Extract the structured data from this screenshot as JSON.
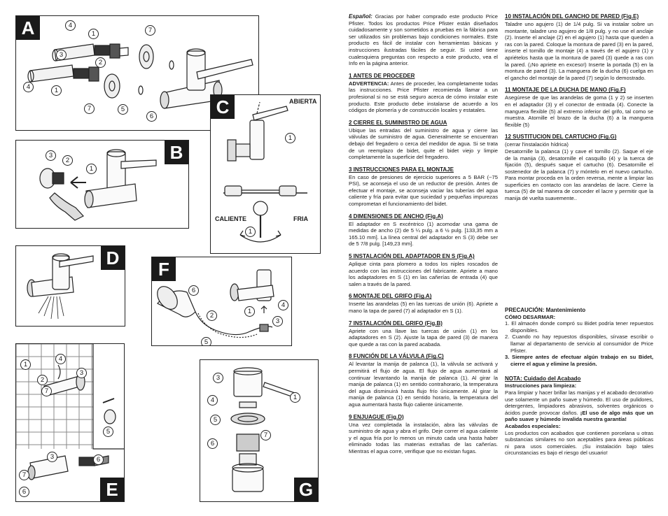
{
  "panels": {
    "A": {
      "letter": "A",
      "callouts": [
        "4",
        "1",
        "7",
        "3",
        "2",
        "4",
        "1",
        "7",
        "5",
        "6"
      ]
    },
    "B": {
      "letter": "B",
      "callouts": [
        "3",
        "2",
        "1"
      ]
    },
    "C": {
      "letter": "C",
      "labels": {
        "abierta": "ABIERTA",
        "caliente": "CALIENTE",
        "fria": "FRIA"
      },
      "callouts": [
        "1",
        "1"
      ]
    },
    "D": {
      "letter": "D"
    },
    "E": {
      "letter": "E",
      "callouts": [
        "1",
        "4",
        "2",
        "3",
        "7",
        "5",
        "3",
        "6",
        "7",
        "6"
      ]
    },
    "F": {
      "letter": "F",
      "callouts": [
        "6",
        "2",
        "4",
        "1",
        "3",
        "5"
      ]
    },
    "G": {
      "letter": "G",
      "callouts": [
        "3",
        "1",
        "4",
        "5",
        "7",
        "6"
      ]
    }
  },
  "column1": {
    "intro_lang": "Español:",
    "intro_text": " Gracias por haber comprado este producto Price Pfister. Todos los productos Price Pfister están diseñados cuidadosamente y son sometidos a pruebas en la fábrica para ser utilizados sin problemas bajo condiciones normales. Este producto es fácil de instalar con herramientas básicas y instrucciones ilustradas fáciles de seguir. Si usted tiene cualesquiera preguntas con respecto a este producto, vea el Info en la página anterior.",
    "sections": [
      {
        "title": "1  ANTES DE PROCEDER",
        "lead": "ADVERTENCIA:",
        "text": " Antes de proceder, lea completamente todas las instrucciones. Price Pfister recomienda llamar a un profesional si no se está seguro acerca de cómo instalar este producto. Este producto debe instalarse de acuerdo a los códigos de plomería y de construcción locales y estatales."
      },
      {
        "title": "2  CIERRE EL SUMINISTRO DE AGUA",
        "lead": "",
        "text": "Ubique las entradas del suministro de agua y cierre las válvulas de suministro de agua. Generalmente se encuentran debajo del fregadero o cerca del medidor de agua. Si se trata de un reemplazo de bidet, quite el bidet viejo y limpie completamente la superficie del fregadero."
      },
      {
        "title": "3  INSTRUCCIONES PARA EL MONTAJE",
        "lead": "",
        "text": "En caso de presiones de ejercicio superiores a 5 BAR (~75 PSI), se aconseja el uso de un reductor de presión. Antes de efectuar el montaje, se aconseja vaciar las tuberías del agua caliente y fría para evitar que suciedad y pequeñas impurezas comprometan el funcionamiento del bidet."
      },
      {
        "title": "4  DIMENSIONES DE ANCHO (Fig.A)",
        "lead": "",
        "text": "El adaptador en S excéntrico (1) acomodar una gama de medidas de ancho (2) de 5 ¼ pulg. a 6 ½ pulg. [133,35 mm a 165.10 mm]. La línea central del adaptador en S (3) debe ser de  5 7/8 pulg. [149,23 mm]."
      },
      {
        "title": "5  INSTALACIÓN DEL ADAPTADOR EN S (Fig.A)",
        "lead": "",
        "text": "Aplique cinta para plomero a todos los niples roscados de acuerdo con las instrucciones del fabricante. Apriete a mano los adaptadores en S (1) en las cañerías de entrada (4) que salen a través de la pared."
      },
      {
        "title": "6  MONTAJE DEL GRIFO (Fig.A)",
        "lead": "",
        "text": "Inserte las arandelas (5) en las tuercas de unión (6). Apriete a mano la tapa de pared (7) al adaptador en S (1)."
      },
      {
        "title": "7  INSTALACIÓN DEL GRIFO (Fig.B)",
        "lead": "",
        "text": "Apriete con una llave las tuercas de unión (1) en los adaptadores en S (2). Ajuste la tapa de pared (3) de manera que quede a ras con la pared acabada."
      },
      {
        "title": "8   FUNCIÓN DE LA VÁLVULA (Fig.C)",
        "lead": "",
        "text": "Al levantar la manija de palanca (1), la válvula se activará y permitirá el flujo de agua. El flujo de agua aumentará al continuar levantando la manija de palanca (1). Al girar la manija de palanca (1) en sentido contrahorario, la temperatura del agua disminuirá hasta flujo frío únicamente. Al girar la manija de palanca (1) en sentido horario, la temperatura del agua aumentará hasta flujo caliente únicamente."
      },
      {
        "title": "9  ENJUAGUE (Fig.D)",
        "lead": "",
        "text": "Una vez completada la instalación, abra las válvulas de suministro de agua y abra el grifo. Deje correr el agua caliente y el agua fría por lo menos un minuto cada una hasta haber eliminado todas las materias extrañas de las cañerías. Mientras el agua corre, verifique que no existan fugas."
      }
    ]
  },
  "column2": {
    "sections": [
      {
        "title": "10  INSTALACIÓN DEL GANCHO DE PARED  (Fig.E)",
        "sub": "",
        "text": "Taladre uno agujero (1) de 1/4 pulg. Si va instalar sobre un montante, taladre uno agujero de 1/8 pulg. y no use el anclaje (2). Inserte el anclaje (2) en el agujero (1) hasta que queden a ras con la pared. Coloque la montura de pared (3) en la pared, inserte el tornillo de montaje (4) a través de el agujero (1) y apriételos hasta que la montura de pared (3) quede a ras con la pared. (¡No apriete en exceso!) Inserte la portada (5) en la montura de pared (3). La manguera de la ducha (6) cuelga en el gancho del montaje de la pared (7) según lo demostrado."
      },
      {
        "title": "11  MONTAJE DE LA DUCHA DE MANO (Fig.F)",
        "sub": "",
        "text": "Asegúrese de que las arandelas de goma (1 y 2) se inserten en el adaptador (3) y el conector de entrada (4). Conecte la manguera flexible (5) al extremo inferior del grifo, tal como se muestra. Atornille el brazo de la ducha (6) a la manguera flexible (5)"
      },
      {
        "title": "12  SUSTITUCION DEL CARTUCHO (Fig.G)",
        "sub": "(cerrar l'instalación hídrica)",
        "text": "Desatornille la palanca (1) y cave el tornillo (2). Saque el eje de la manija (3), desatornille el casquillo (4) y la tuerca de fijación (5), después saque el cartucho (6). Desatornille el sostenedor de la palanca (7) y móntelo en el nuevo cartucho. Para montar proceda en la orden reversa, mente a limpiar las superficies en contacto con las arandelas de lacre. Cierre la tuerca (5) de tal manera de conceder el lacre y permitir que la manija dé vuelta suavemente.."
      }
    ],
    "caution": {
      "title": "PRECAUCIÓN: Mantenimiento",
      "subtitle": "CÓMO DESARMAR:",
      "items": [
        "1. El almacén donde compró su Bidet podría tener repuestos disponibles.",
        "2. Cuando no hay repuestos disponibles, sírvase escribir o llamar al departamento de servicio al consumidor de Price Pfister.",
        "3. Siempre antes de efectuar algún trabajo en su Bidet, cierre el agua y elimine la presión."
      ]
    },
    "finish": {
      "title": "NOTA: Cuidado del Acabado",
      "clean_title": "Instrucciones para limpieza:",
      "clean_text": "Para limpiar y hacer brillar las manijas y el acabado decorativo use solamente un paño suave y húmedo. El uso de pulidores, detergentes, limpiadores abrasivos, solventes orgánicos o ácidos puede provocar daños. ",
      "clean_bold": "¡El uso de algo más que un paño suave y húmedo invalida nuestra garantía!",
      "special_title": "Acabados especiales:",
      "special_text": "Los productos con acabados que contienen porcelana u otras substancias similares no son aceptables para áreas públicas ni para usos comerciales. ¡Su instalación bajo tales circunstancias es bajo el riesgo del usuario!"
    }
  }
}
